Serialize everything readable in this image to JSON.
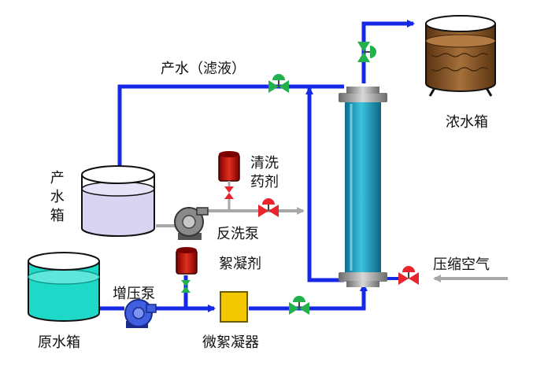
{
  "labels": {
    "product_flow": "产水（滤液）",
    "concentrate_tank": "浓水箱",
    "product_tank": "产水箱",
    "cleaning_agent": "清洗药剂",
    "backwash_pump": "反洗泵",
    "flocculant": "絮凝剂",
    "raw_tank": "原水箱",
    "booster_pump": "增压泵",
    "micro_flocculator": "微絮凝器",
    "compressed_air": "压缩空气"
  },
  "colors": {
    "pipe_main": "#1428e6",
    "pipe_gray": "#a8a8a8",
    "valve_green": "#22b14c",
    "valve_red": "#e8242c",
    "membrane": "#1aa4c4",
    "product_water": "#d9d4f2",
    "raw_water": "#1ed8c8",
    "concentrate": "#8a5a2c",
    "pump_blue": "#3f5ee0",
    "flocculator_fill": "#f2c800"
  }
}
